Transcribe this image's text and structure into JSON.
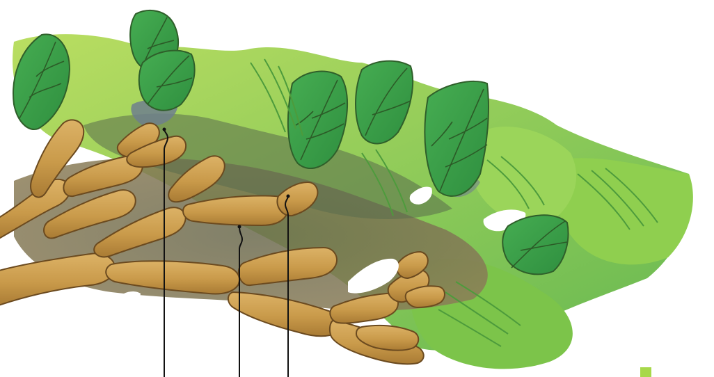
{
  "illustration": {
    "subject": "plant-branch-illustration",
    "colors": {
      "stem_fill": "#c99a4a",
      "stem_shadow": "#8a6a3a",
      "stem_outline": "#6b4a1f",
      "leaf_dark": "#3fa14b",
      "leaf_mid": "#7cc44a",
      "leaf_light": "#b6dc59",
      "moss_shadow": "#5a6b4c",
      "blue_gray_patch": "#6f7f8d",
      "leader_line": "#111111",
      "background": "#ffffff",
      "corner_mark": "#a7d84a"
    }
  },
  "leader_lines": [
    {
      "id": "leader-left",
      "label": ""
    },
    {
      "id": "leader-middle",
      "label": ""
    },
    {
      "id": "leader-right",
      "label": ""
    }
  ]
}
